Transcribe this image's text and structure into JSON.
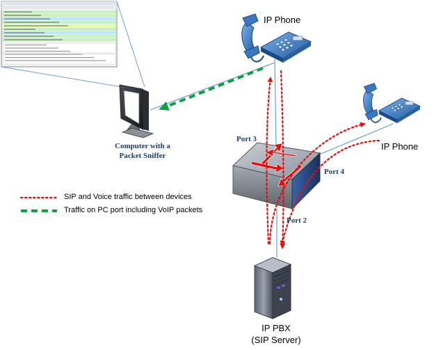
{
  "labels": {
    "ip_phone_top": "IP Phone",
    "ip_phone_right": "IP Phone",
    "computer_line1": "Computer with a",
    "computer_line2": "Packet Sniffer",
    "port3": "Port 3",
    "port4": "Port 4",
    "port2": "Port 2",
    "pbx_line1": "IP PBX",
    "pbx_line2": "(SIP Server)"
  },
  "legend": {
    "red": "SIP and Voice traffic between devices",
    "green": "Traffic on PC port including VoIP packets"
  },
  "colors": {
    "red_traffic": "#e01010",
    "green_traffic": "#10a040",
    "link": "#6f9bd0",
    "phone_blue": "#2e6db4",
    "switch": "#6d7480"
  },
  "icons": [
    "ip-phone-icon",
    "computer-monitor-icon",
    "network-switch-icon",
    "server-tower-icon",
    "sniffer-screenshot-thumbnail"
  ]
}
